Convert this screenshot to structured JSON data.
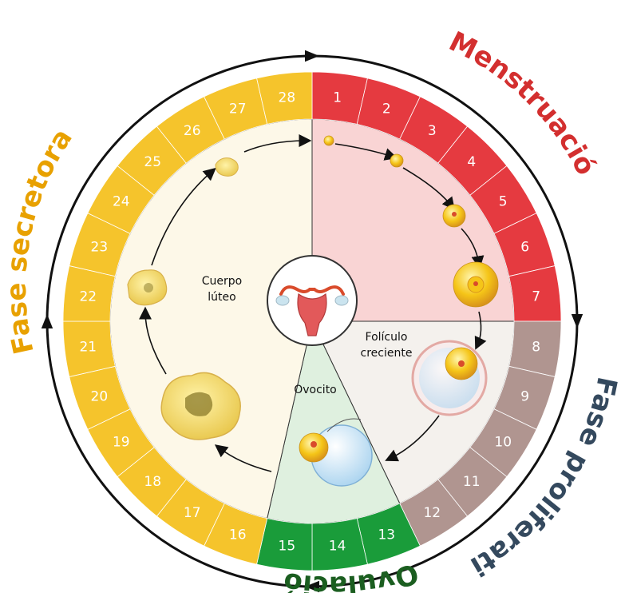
{
  "phases": {
    "menstruacion": {
      "label": "Menstruación",
      "color": "#d32f2f",
      "days": [
        1,
        2,
        3,
        4,
        5,
        6,
        7
      ],
      "ring_color": "#e53a40",
      "inner_color": "#f9d4d4"
    },
    "proliferativa": {
      "label": "Fase proliferativa",
      "color": "#34495e",
      "days": [
        8,
        9,
        10,
        11,
        12
      ],
      "ring_color": "#b09590",
      "inner_color": "#f4f1ed"
    },
    "ovulacion": {
      "label": "Ovulación",
      "color": "#1b5e20",
      "days": [
        13,
        14,
        15
      ],
      "ring_color": "#1a9c3a",
      "inner_color": "#dff0df"
    },
    "secretora": {
      "label": "Fase secretora",
      "color": "#e8a100",
      "days": [
        16,
        17,
        18,
        19,
        20,
        21,
        22,
        23,
        24,
        25,
        26,
        27,
        28
      ],
      "ring_color": "#f5c42c",
      "inner_color": "#fdf8e8"
    }
  },
  "labels": {
    "cuerpo_luteo_line1": "Cuerpo",
    "cuerpo_luteo_line2": "lúteo",
    "foliculo_line1": "Folículo",
    "foliculo_line2": "creciente",
    "ovocito": "Ovocito"
  },
  "icons": [
    "uterus-icon",
    "follicle-icon",
    "ovocyte-icon",
    "corpus-luteum-icon"
  ]
}
